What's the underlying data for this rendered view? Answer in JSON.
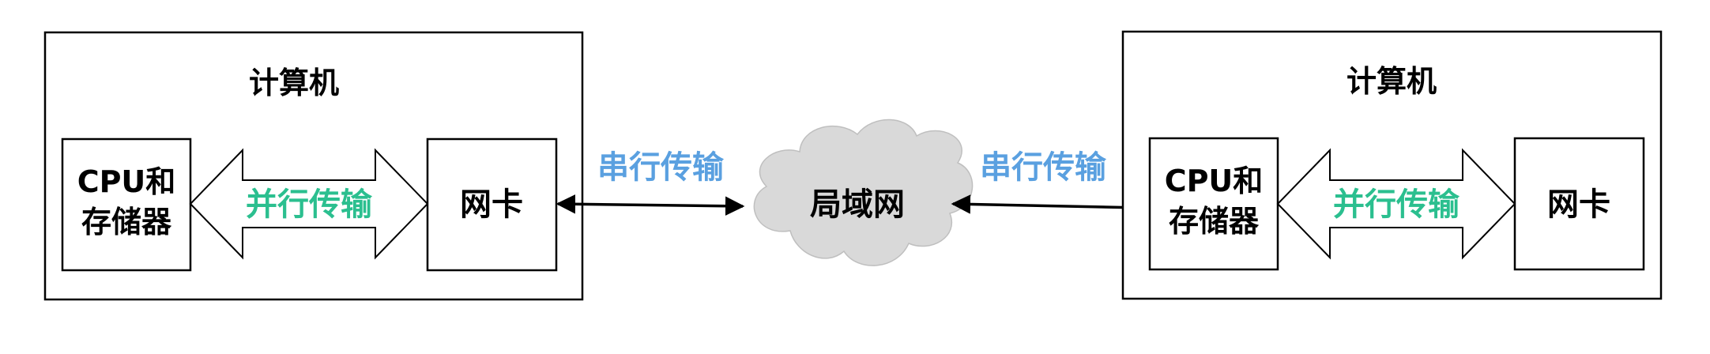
{
  "left_computer": {
    "title": "计算机",
    "cpu_line1": "CPU和",
    "cpu_line2": "存储器",
    "transfer_label": "并行传输",
    "nic_label": "网卡"
  },
  "right_computer": {
    "title": "计算机",
    "cpu_line1": "CPU和",
    "cpu_line2": "存储器",
    "transfer_label": "并行传输",
    "nic_label": "网卡"
  },
  "network": {
    "label": "局域网",
    "left_link_label": "串行传输",
    "right_link_label": "串行传输"
  },
  "colors": {
    "parallel_text": "#2bbf8f",
    "serial_text": "#5aa0e0",
    "cloud_fill": "#d9d9d9",
    "stroke": "#000000"
  }
}
